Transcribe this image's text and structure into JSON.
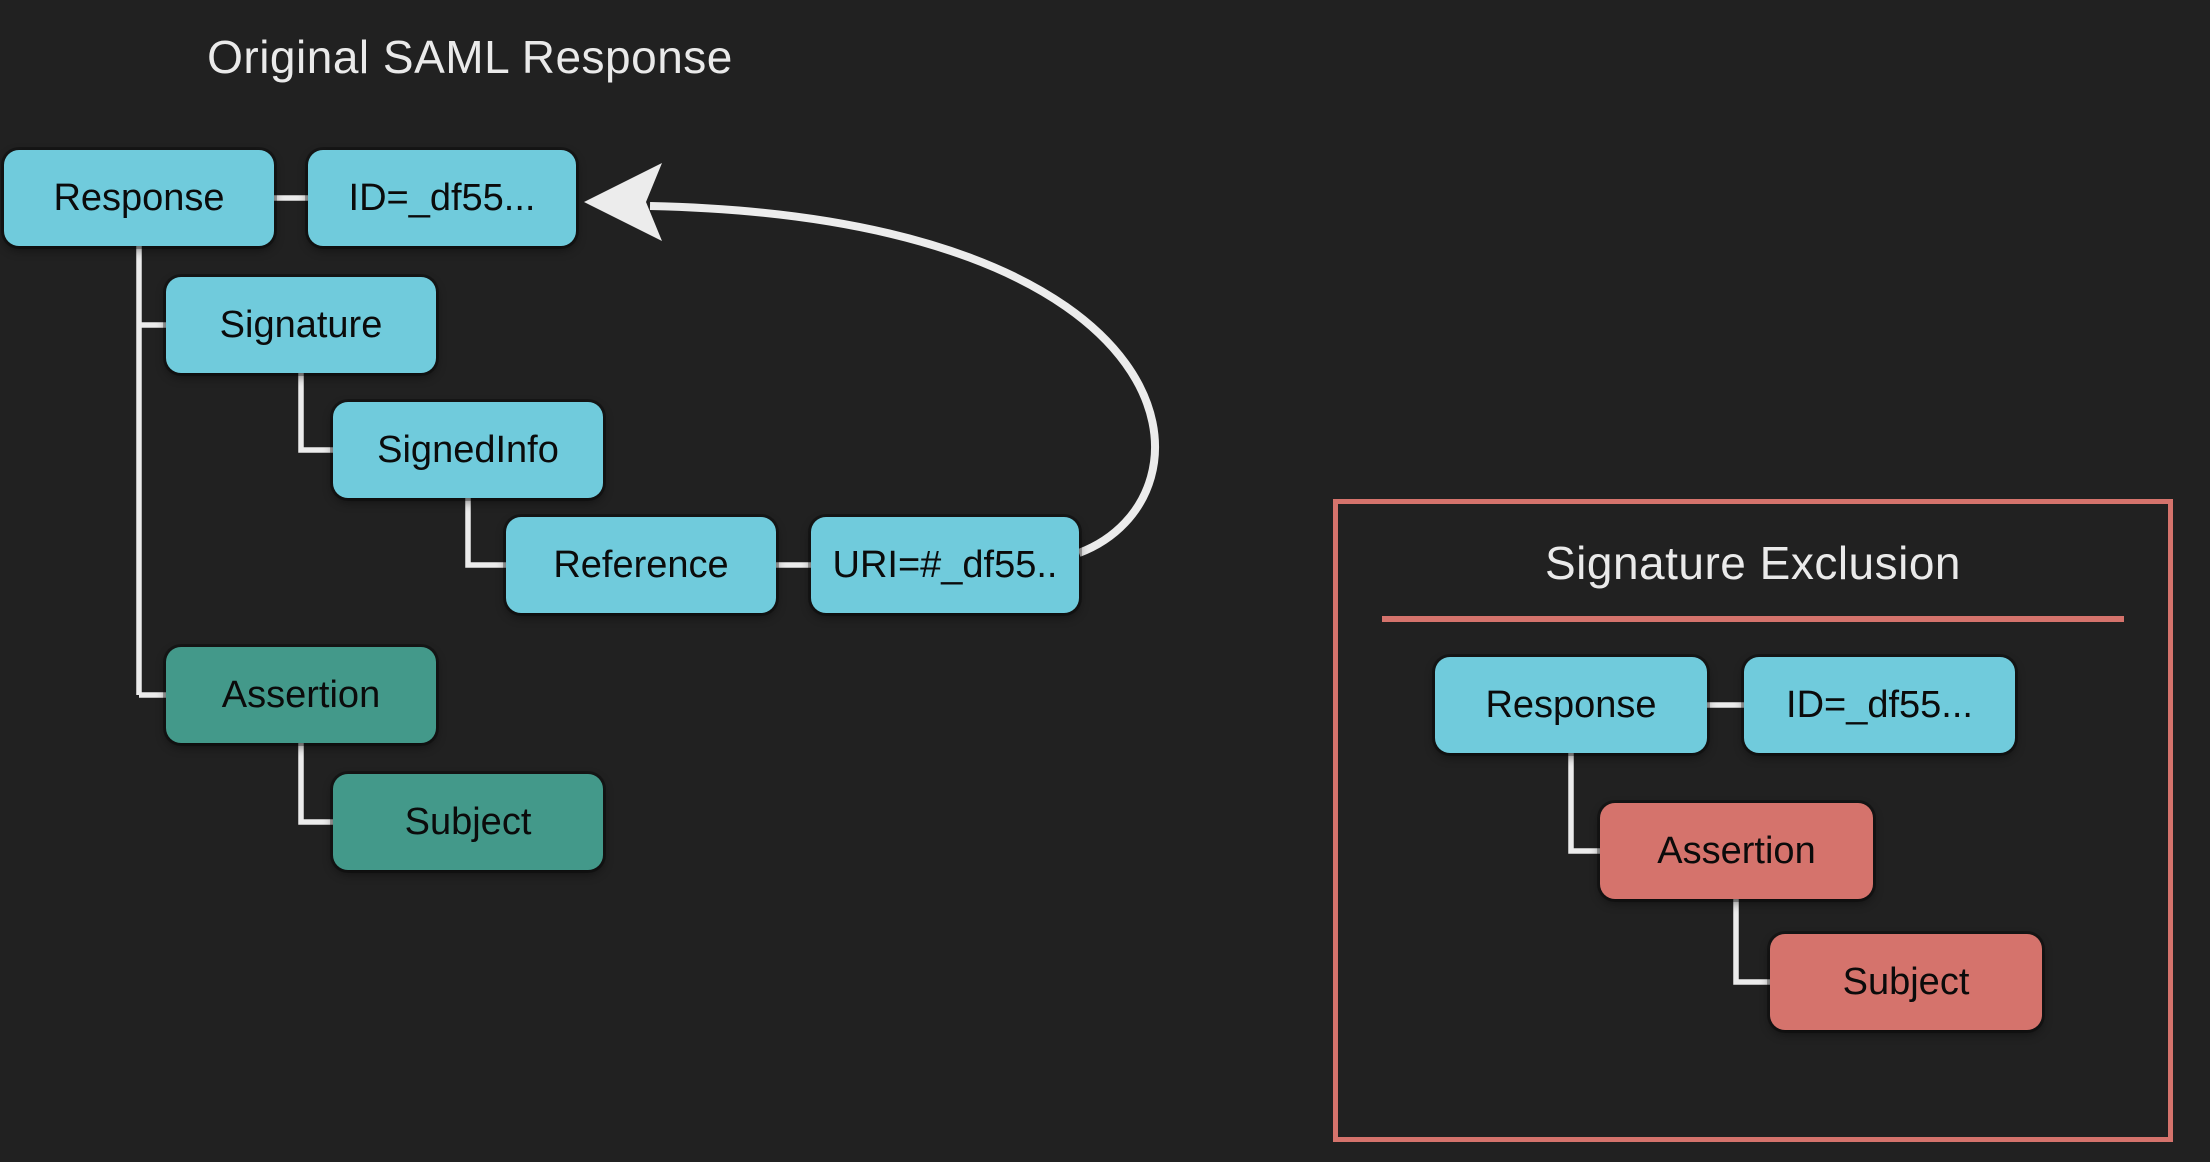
{
  "left_diagram": {
    "title": "Original SAML Response",
    "nodes": {
      "response": {
        "label": "Response"
      },
      "id_attr": {
        "label": "ID=_df55..."
      },
      "signature": {
        "label": "Signature"
      },
      "signedinfo": {
        "label": "SignedInfo"
      },
      "reference": {
        "label": "Reference"
      },
      "uri_attr": {
        "label": "URI=#_df55.."
      },
      "assertion": {
        "label": "Assertion"
      },
      "subject": {
        "label": "Subject"
      }
    },
    "icons": {
      "reference_arrow": "curved-arrow-left-icon"
    }
  },
  "right_diagram": {
    "title": "Signature Exclusion",
    "nodes": {
      "response": {
        "label": "Response"
      },
      "id_attr": {
        "label": "ID=_df55..."
      },
      "assertion": {
        "label": "Assertion"
      },
      "subject": {
        "label": "Subject"
      }
    }
  },
  "colors": {
    "background": "#212121",
    "node_blue": "#70cbdc",
    "node_teal": "#43998a",
    "node_red": "#d5736c",
    "panel_border": "#d5736c",
    "connector": "#ececec",
    "title_text": "#eaeaea",
    "node_text": "#0b0b0b"
  }
}
